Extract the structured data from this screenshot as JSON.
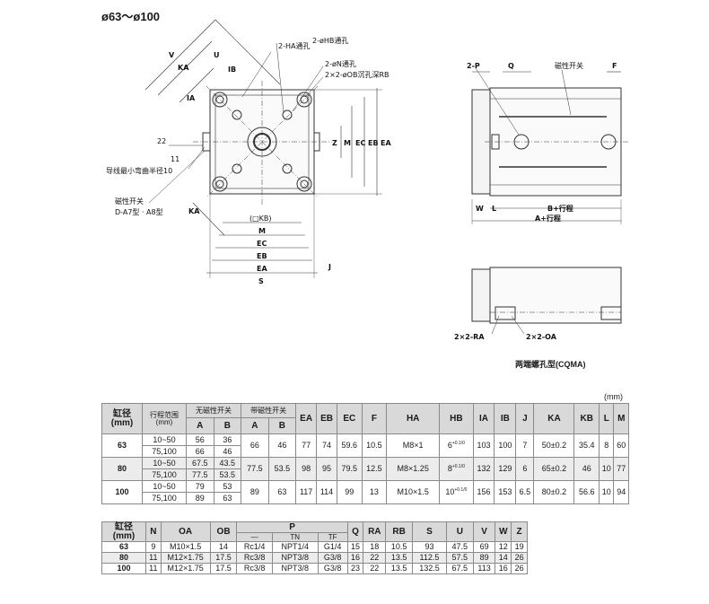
{
  "title": "ø63～ø100",
  "unit": "(mm)",
  "drawing": {
    "front": {
      "two_ha": "2-HA通孔",
      "two_hb": "2-øHB通孔",
      "two_n": "2-øN通孔",
      "two_ob": "2×2-øOB沉孔深RB",
      "v": "V",
      "ka": "KA",
      "u": "U",
      "ib": "IB",
      "ia": "IA",
      "v22": "22",
      "v11": "11",
      "wire_note": "导线最小弯曲半径10",
      "switch_label": "磁性开关",
      "switch_type": "D-A7型 · A8型",
      "ka2": "KA",
      "kb": "(□KB)",
      "m": "M",
      "ec": "EC",
      "eb": "EB",
      "ea": "EA",
      "s": "S",
      "j": "J",
      "z": "Z",
      "m_v": "M",
      "ec_v": "EC",
      "eb_v": "EB",
      "ea_v": "EA"
    },
    "side": {
      "p": "2-P",
      "q": "Q",
      "switch": "磁性开关",
      "f": "F",
      "w": "W",
      "l": "L",
      "b_stroke": "B+行程",
      "a_stroke": "A+行程"
    },
    "bottom": {
      "ra": "2×2-RA",
      "oa": "2×2-OA"
    },
    "caption": "两端螺孔型(CQMA)"
  },
  "table1": {
    "h_bore": "缸径",
    "h_bore_unit": "(mm)",
    "h_stroke": "行程范围",
    "h_stroke_unit": "(mm)",
    "h_noswitch": "无磁性开关",
    "h_withswitch": "带磁性开关",
    "cols_ab": [
      "A",
      "B",
      "A",
      "B"
    ],
    "cols": [
      "EA",
      "EB",
      "EC",
      "F",
      "HA",
      "HB",
      "IA",
      "IB",
      "J",
      "KA",
      "KB",
      "L",
      "M"
    ],
    "rows": [
      {
        "bore": "63",
        "r1": {
          "stroke": "10~50",
          "a": "56",
          "b": "36"
        },
        "r2": {
          "stroke": "75,100",
          "a": "66",
          "b": "46"
        },
        "wa": "66",
        "wb": "46",
        "ea": "77",
        "eb": "74",
        "ec": "59.6",
        "f": "10.5",
        "ha": "M8×1",
        "hb": "6",
        "ia": "103",
        "ib": "100",
        "j": "7",
        "ka": "50±0.2",
        "kb": "35.4",
        "l": "8",
        "m": "60"
      },
      {
        "bore": "80",
        "r1": {
          "stroke": "10~50",
          "a": "67.5",
          "b": "43.5"
        },
        "r2": {
          "stroke": "75,100",
          "a": "77.5",
          "b": "53.5"
        },
        "wa": "77.5",
        "wb": "53.5",
        "ea": "98",
        "eb": "95",
        "ec": "79.5",
        "f": "12.5",
        "ha": "M8×1.25",
        "hb": "8",
        "ia": "132",
        "ib": "129",
        "j": "6",
        "ka": "65±0.2",
        "kb": "46",
        "l": "10",
        "m": "77"
      },
      {
        "bore": "100",
        "r1": {
          "stroke": "10~50",
          "a": "79",
          "b": "53"
        },
        "r2": {
          "stroke": "75,100",
          "a": "89",
          "b": "63"
        },
        "wa": "89",
        "wb": "63",
        "ea": "117",
        "eb": "114",
        "ec": "99",
        "f": "13",
        "ha": "M10×1.5",
        "hb": "10",
        "ia": "156",
        "ib": "153",
        "j": "6.5",
        "ka": "80±0.2",
        "kb": "56.6",
        "l": "10",
        "m": "94"
      }
    ],
    "tol_upper": "+0.1",
    "tol_lower": "0"
  },
  "table2": {
    "h_bore": "缸径",
    "h_bore_unit": "(mm)",
    "cols": [
      "N",
      "OA",
      "OB"
    ],
    "p_header": "P",
    "p_sub": [
      "—",
      "TN",
      "TF"
    ],
    "cols2": [
      "Q",
      "RA",
      "RB",
      "S",
      "U",
      "V",
      "W",
      "Z"
    ],
    "rows": [
      {
        "bore": "63",
        "n": "9",
        "oa": "M10×1.5",
        "ob": "14",
        "p1": "Rc1/4",
        "p2": "NPT1/4",
        "p3": "G1/4",
        "q": "15",
        "ra": "18",
        "rb": "10.5",
        "s": "93",
        "u": "47.5",
        "v": "69",
        "w": "12",
        "z": "19"
      },
      {
        "bore": "80",
        "n": "11",
        "oa": "M12×1.75",
        "ob": "17.5",
        "p1": "Rc3/8",
        "p2": "NPT3/8",
        "p3": "G3/8",
        "q": "16",
        "ra": "22",
        "rb": "13.5",
        "s": "112.5",
        "u": "57.5",
        "v": "89",
        "w": "14",
        "z": "26"
      },
      {
        "bore": "100",
        "n": "11",
        "oa": "M12×1.75",
        "ob": "17.5",
        "p1": "Rc3/8",
        "p2": "NPT3/8",
        "p3": "G3/8",
        "q": "23",
        "ra": "22",
        "rb": "13.5",
        "s": "132.5",
        "u": "67.5",
        "v": "113",
        "w": "16",
        "z": "26"
      }
    ]
  }
}
